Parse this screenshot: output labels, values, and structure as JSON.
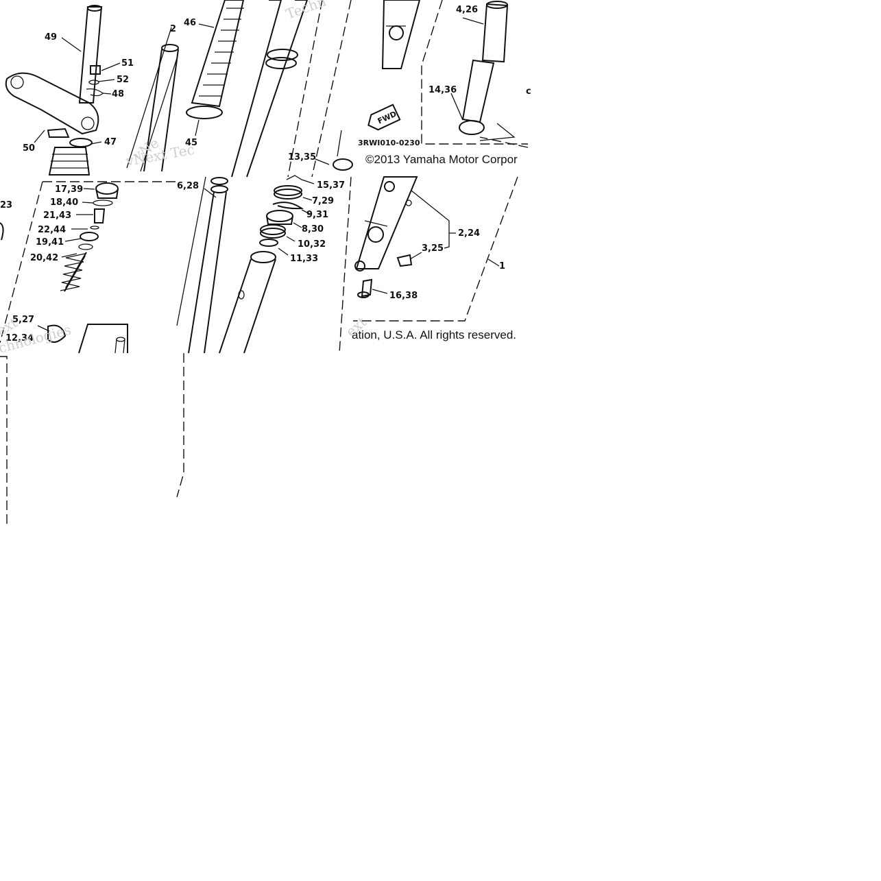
{
  "copyright_top": "©2013 Yamaha Motor Corpor",
  "copyright_bottom": "ation, U.S.A. All rights reserved.",
  "diagram_code": "3RWI010-0230",
  "fwd_badge": "FWD",
  "watermarks": [
    "vNext Tec",
    "Techn",
    "vNe",
    "Techno",
    "ext",
    "chnologies"
  ],
  "labels": {
    "l49": "49",
    "l51": "51",
    "l52": "52",
    "l48": "48",
    "l47": "47",
    "l50": "50",
    "l2a": "2",
    "l46": "46",
    "l45": "45",
    "l426": "4,26",
    "l1436": "14,36",
    "l1335": "13,35",
    "l1537": "15,37",
    "l729": "7,29",
    "l931": "9,31",
    "l830": "8,30",
    "l1032": "10,32",
    "l1133": "11,33",
    "l628": "6,28",
    "l1739": "17,39",
    "l1840": "18,40",
    "l2143": "21,43",
    "l2244": "22,44",
    "l1941": "19,41",
    "l2042": "20,42",
    "l23": "23",
    "l527": "5,27",
    "l1234": "12,34",
    "l224": "2,24",
    "l325": "3,25",
    "l1638": "16,38",
    "l1": "1",
    "lc": "c"
  }
}
